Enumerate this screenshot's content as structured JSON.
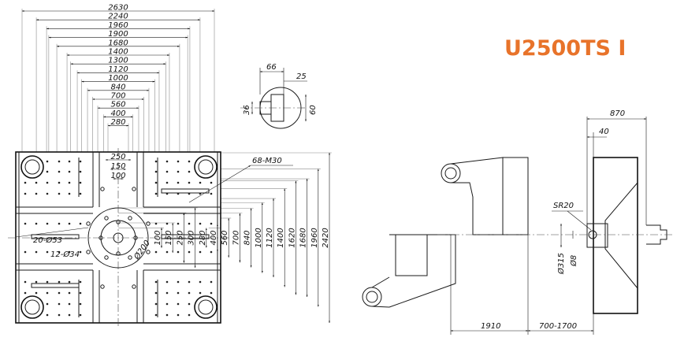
{
  "model": "U2500TS I",
  "colors": {
    "accent": "#e8732a",
    "line": "#1a1a1a"
  },
  "platen": {
    "horizontal_dims": [
      "2630",
      "2240",
      "1960",
      "1900",
      "1680",
      "1400",
      "1300",
      "1120",
      "1000",
      "840",
      "700",
      "560",
      "400",
      "280"
    ],
    "center_dims": [
      "250",
      "150",
      "100"
    ],
    "vertical_dims": [
      "100",
      "150",
      "250",
      "300",
      "280",
      "400",
      "560",
      "700",
      "840",
      "1000",
      "1120",
      "1400",
      "1620",
      "1680",
      "1960",
      "2420"
    ],
    "callouts": {
      "thread_holes": "68-M30",
      "big_holes": "20-Ø53",
      "center_holes": "12-Ø34",
      "pcd": "Ø200"
    }
  },
  "detail": {
    "dim_66": "66",
    "dim_25": "25",
    "dim_36": "36",
    "dim_60": "60"
  },
  "side_view": {
    "dim_870": "870",
    "dim_40": "40",
    "sr": "SR20",
    "dia_315": "Ø315",
    "dia_8": "Ø8",
    "dim_1910": "1910",
    "dim_opening": "700-1700"
  }
}
